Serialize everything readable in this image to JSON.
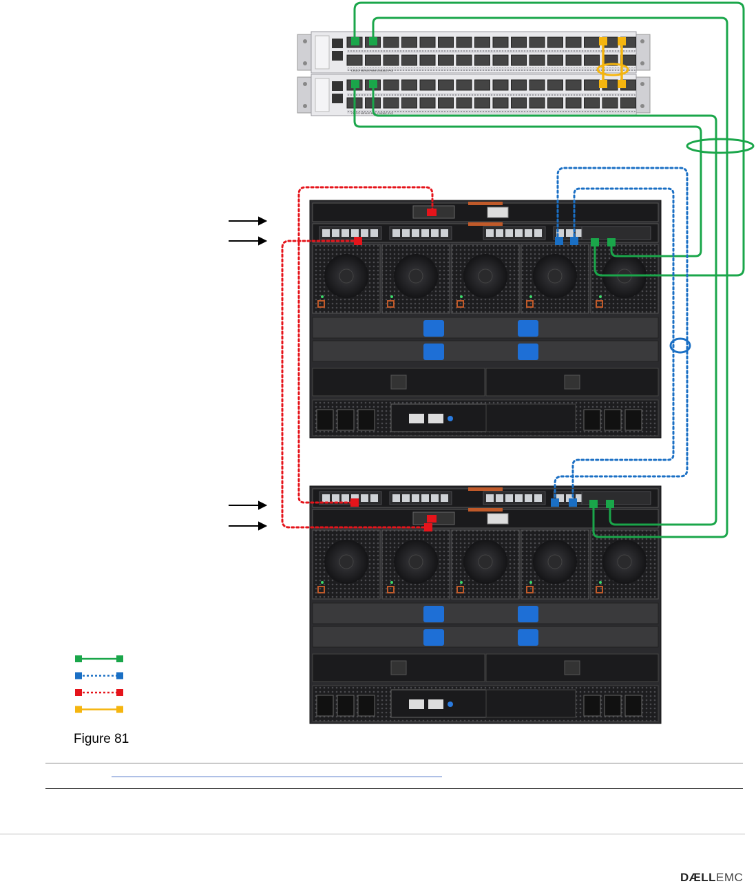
{
  "figure": {
    "caption": "Figure 81",
    "logo_primary": "DÆLL",
    "logo_secondary": "EMC"
  },
  "colors": {
    "green": "#1aa64a",
    "blue": "#1a6fc4",
    "red": "#e5141b",
    "orange": "#f5b50f",
    "chassis": "#2b2b2e",
    "switch_body": "#e9e9ec",
    "accent_blue": "#1e6fd6"
  },
  "legend": [
    {
      "style": "solid",
      "color": "#1aa64a"
    },
    {
      "style": "dotted",
      "color": "#1a6fc4"
    },
    {
      "style": "dotted",
      "color": "#e5141b"
    },
    {
      "style": "solid",
      "color": "#f5b50f"
    }
  ],
  "devices": [
    {
      "kind": "switch",
      "label": "CISCO NEXUS N9K-C9336C-FX2"
    },
    {
      "kind": "switch",
      "label": "CISCO NEXUS N9K-C9336C-FX2"
    },
    {
      "kind": "chassis"
    },
    {
      "kind": "chassis"
    }
  ]
}
